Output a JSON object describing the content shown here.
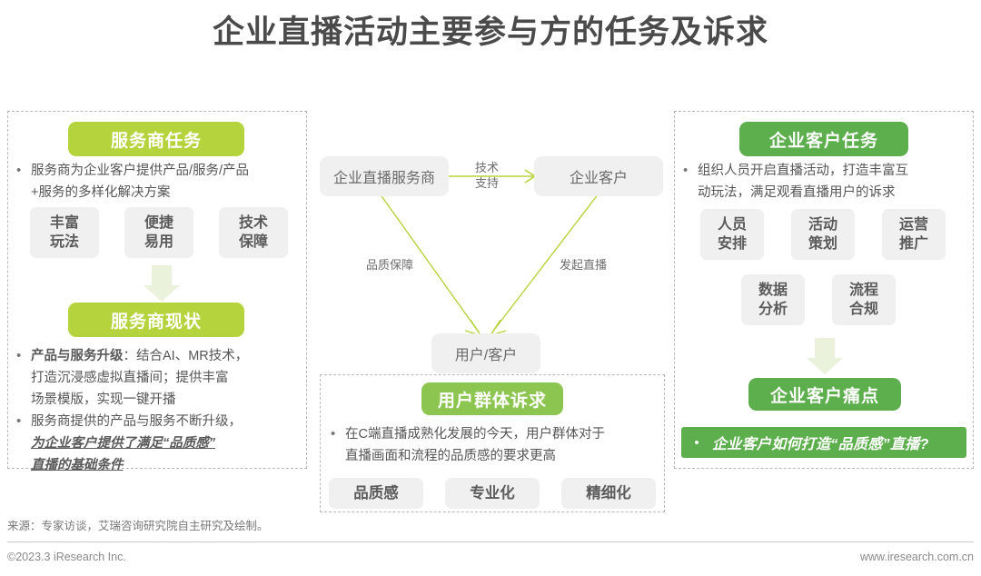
{
  "title": "企业直播活动主要参与方的任务及诉求",
  "colors": {
    "lime": "#b5d33d",
    "mid_green": "#8dc551",
    "green": "#5caf4c",
    "pale_green_arrow": "#eaf2dc",
    "chip_grey": "#f0f0f0",
    "arrow_line": "#b5d33d",
    "title_text": "#4a4a4a"
  },
  "left_panel": {
    "header": "服务商任务",
    "bullet1": {
      "line1": "服务商为企业客户提供产品/服务/产品",
      "line2": "+服务的多样化解决方案"
    },
    "chips": [
      {
        "line1": "丰富",
        "line2": "玩法"
      },
      {
        "line1": "便捷",
        "line2": "易用"
      },
      {
        "line1": "技术",
        "line2": "保障"
      }
    ],
    "arrow": "down-arrow",
    "header2": "服务商现状",
    "bullet2": {
      "lead": "产品与服务升级",
      "colon": "：",
      "rest1": "结合AI、MR技术，",
      "rest2": "打造沉浸感虚拟直播间；提供丰富",
      "rest3": "场景模版，实现一键开播"
    },
    "bullet3": {
      "line1": "服务商提供的产品与服务不断升级，",
      "em1": "为企业客户提供了满足“品质感”",
      "em2": "直播的基础条件"
    }
  },
  "center_flow": {
    "node_provider": "企业直播服务商",
    "node_client": "企业客户",
    "node_user": "用户/客户",
    "label_tech": "技术\n支持",
    "label_quality": "品质保障",
    "label_launch": "发起直播"
  },
  "center_panel": {
    "header": "用户群体诉求",
    "bullet": {
      "line1": "在C端直播成熟化发展的今天，用户群体对于",
      "line2": "直播画面和流程的品质感的要求更高"
    },
    "chips": [
      "品质感",
      "专业化",
      "精细化"
    ]
  },
  "right_panel": {
    "header": "企业客户任务",
    "bullet": {
      "line1": "组织人员开启直播活动，打造丰富互",
      "line2": "动玩法，满足观看直播用户的诉求"
    },
    "chips_row1": [
      {
        "line1": "人员",
        "line2": "安排"
      },
      {
        "line1": "活动",
        "line2": "策划"
      },
      {
        "line1": "运营",
        "line2": "推广"
      }
    ],
    "chips_row2": [
      {
        "line1": "数据",
        "line2": "分析"
      },
      {
        "line1": "流程",
        "line2": "合规"
      }
    ],
    "arrow": "down-arrow",
    "header2": "企业客户痛点",
    "statement": "企业客户如何打造“品质感”直播?"
  },
  "footer": {
    "source": "来源：专家访谈，艾瑞咨询研究院自主研究及绘制。",
    "copyright": "©2023.3 iResearch Inc.",
    "website": "www.iresearch.com.cn"
  }
}
